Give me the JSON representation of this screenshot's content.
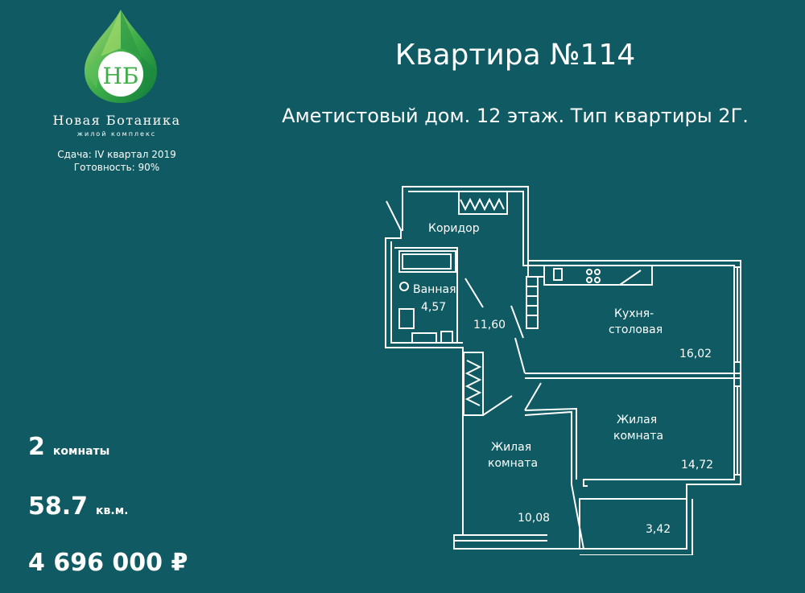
{
  "brand": {
    "logo_monogram": "НБ",
    "name": "Новая Ботаника",
    "tagline": "жилой комплекс",
    "delivery": "Сдача: IV квартал 2019",
    "readiness": "Готовность: 90%"
  },
  "header": {
    "title": "Квартира №114",
    "subtitle": "Аметистовый дом. 12 этаж. Тип квартиры 2Г."
  },
  "stats": {
    "rooms_value": "2",
    "rooms_label": "комнаты",
    "area_value": "58.7",
    "area_label": "кв.м.",
    "price": "4 696 000 ₽"
  },
  "plan": {
    "corridor": "Коридор",
    "corridor_area": "11,60",
    "bathroom": "Ванная",
    "bathroom_area": "4,57",
    "kitchen_line1": "Кухня-",
    "kitchen_line2": "столовая",
    "kitchen_area": "16,02",
    "room1_line1": "Жилая",
    "room1_line2": "комната",
    "room1_area": "14,72",
    "room2_line1": "Жилая",
    "room2_line2": "комната",
    "room2_area": "10,08",
    "balcony_area": "3,42"
  },
  "colors": {
    "background": "#0f5a63",
    "logo_green": "#3fae49",
    "text": "#ffffff"
  }
}
